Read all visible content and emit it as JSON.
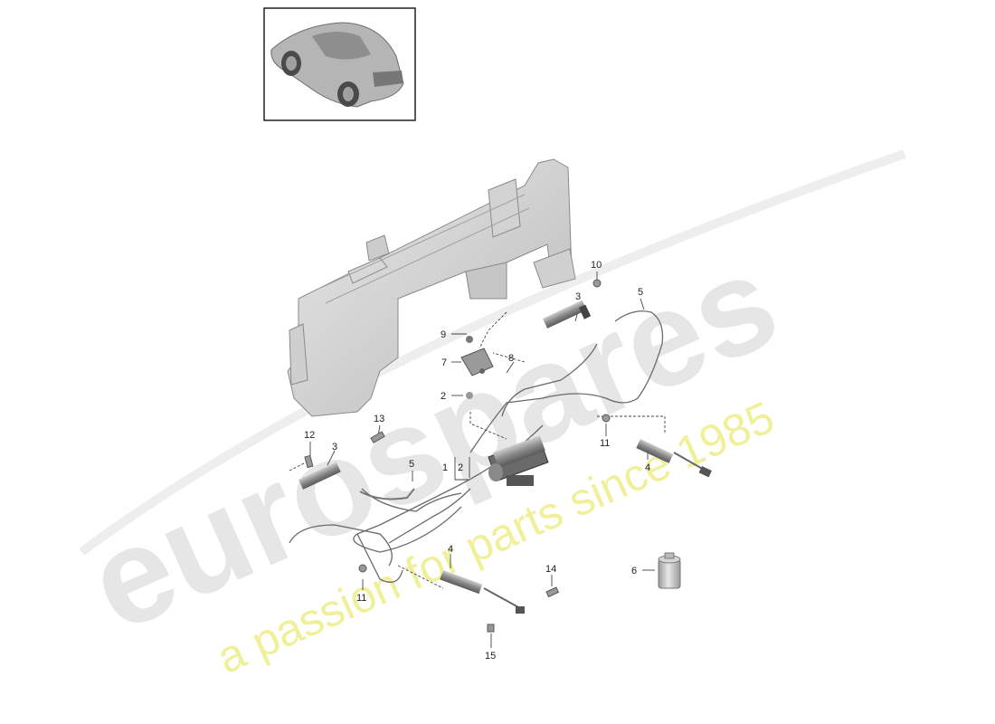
{
  "watermark": {
    "brand": "eurospares",
    "tagline": "a passion for parts since 1985"
  },
  "thumbnail": {
    "icon": "car-icon"
  },
  "callouts": {
    "c1": "1",
    "c2a": "2",
    "c2b": "2",
    "c3a": "3",
    "c3b": "3",
    "c4a": "4",
    "c4b": "4",
    "c5a": "5",
    "c5b": "5",
    "c6": "6",
    "c7": "7",
    "c8": "8",
    "c9": "9",
    "c10": "10",
    "c11a": "11",
    "c11b": "11",
    "c12": "12",
    "c13": "13",
    "c14": "14",
    "c15": "15"
  }
}
